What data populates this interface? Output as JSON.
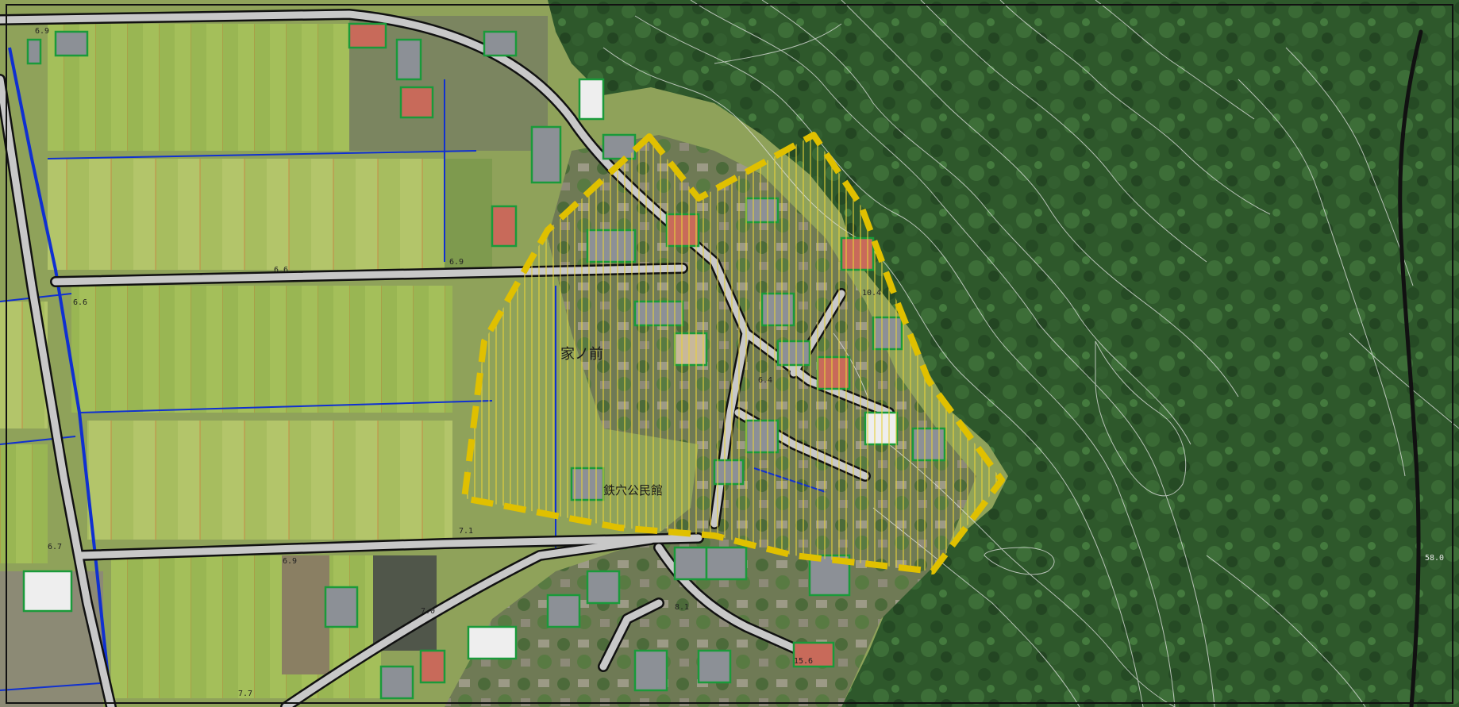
{
  "map": {
    "place_labels": {
      "area": "家ノ前",
      "hall": "鉄穴公民館"
    },
    "elevations": [
      "6.9",
      "6.6",
      "6.9",
      "6.6",
      "6.7",
      "6.9",
      "7.1",
      "7.0",
      "7.7",
      "10.4",
      "6.4",
      "8.1",
      "15.6",
      "58.0"
    ],
    "colors": {
      "zone_outline": "#e0c000",
      "zone_hatch": "#e8d23a",
      "road_fill": "#c8c8c8",
      "road_edge": "#111111",
      "water_channel": "#1030d0",
      "building": "#1a9a3a",
      "contour": "#e6e6e6",
      "paddy": "#9dbb52",
      "forest": "#2f5a2c"
    }
  }
}
